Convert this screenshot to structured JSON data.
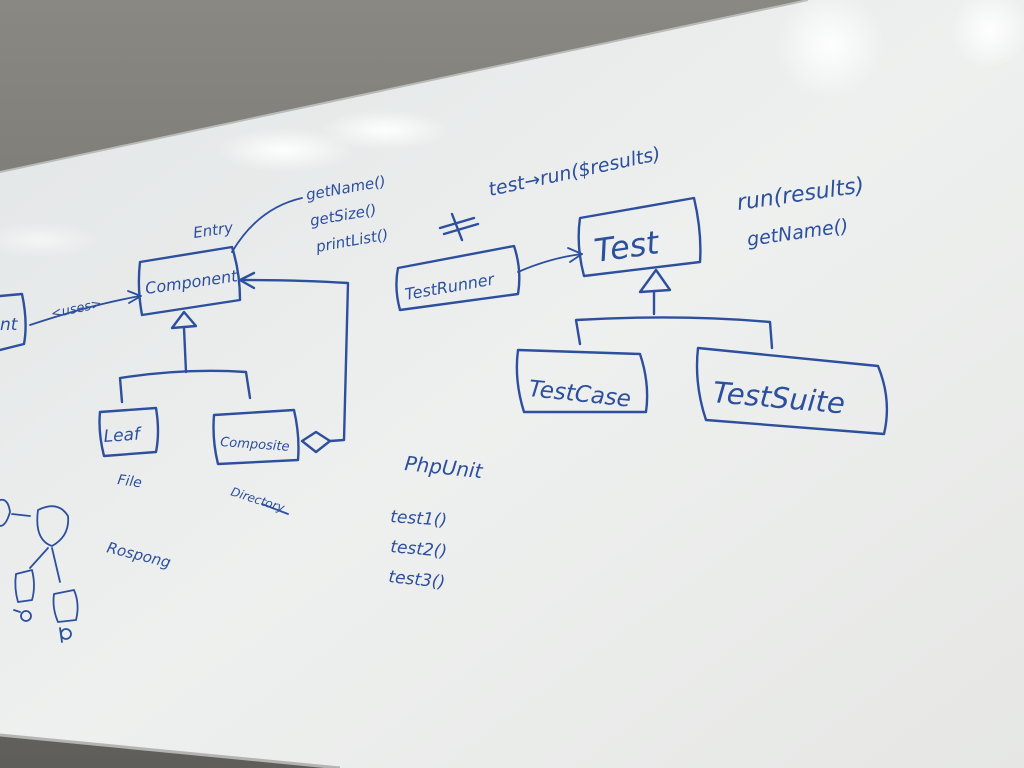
{
  "whiteboard": {
    "colors": {
      "ink": "#2c4f9e",
      "board": "#eceeed",
      "wall": "#6f6e69"
    },
    "composite_pattern": {
      "uses_label": "<uses>",
      "client_partial_label": "nt",
      "entry_label": "Entry",
      "component_label": "Component",
      "methods": [
        "getName()",
        "getSize()",
        "printList()"
      ],
      "leaf_label": "Leaf",
      "composite_label": "Composite",
      "file_label": "File",
      "directory_label": "Directory",
      "scribble_label": "Rospong"
    },
    "phpunit": {
      "title": "PhpUnit",
      "tests": [
        "test1()",
        "test2()",
        "test3()"
      ]
    },
    "test_pattern": {
      "call_label": "test→run($results)",
      "test_label": "Test",
      "test_runner_label": "TestRunner",
      "methods": [
        "run(results)",
        "getName()"
      ],
      "test_case_label": "TestCase",
      "test_suite_label": "TestSuite"
    }
  }
}
